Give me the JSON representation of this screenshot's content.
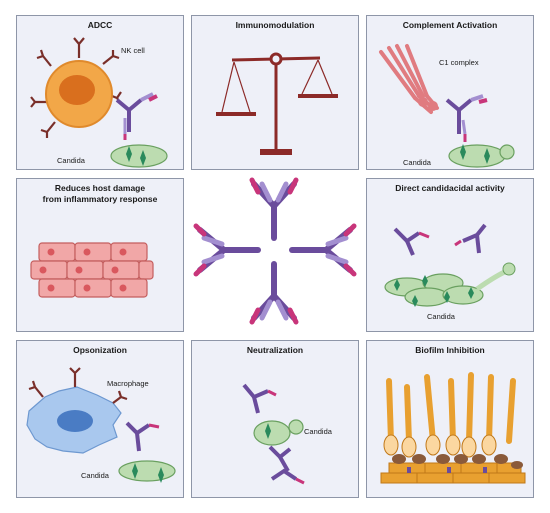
{
  "panels": {
    "adcc": {
      "title": "ADCC",
      "label_cell": "NK cell",
      "label_target": "Candida"
    },
    "immunomodulation": {
      "title": "Immunomodulation"
    },
    "complement": {
      "title": "Complement Activation",
      "label_complex": "C1 complex",
      "label_target": "Candida"
    },
    "host_damage": {
      "title_line1": "Reduces host damage",
      "title_line2": "from inflammatory response"
    },
    "candidacidal": {
      "title": "Direct candidacidal activity",
      "label_target": "Candida"
    },
    "opsonization": {
      "title": "Opsonization",
      "label_cell": "Macrophage",
      "label_target": "Candida"
    },
    "neutralization": {
      "title": "Neutralization",
      "label_target": "Candida"
    },
    "biofilm": {
      "title": "Biofilm Inhibition"
    }
  },
  "colors": {
    "panel_bg": "#eef0f8",
    "panel_border": "#8e96a8",
    "antibody_heavy": "#6a4c9c",
    "antibody_light": "#a38fd0",
    "antibody_tip": "#c8357a",
    "receptor": "#7a2f2a",
    "nk_cell": "#ef9d3f",
    "candida": "#bcdcb0",
    "spike": "#2a8a5c",
    "complement": "#e07b80",
    "scale": "#8c2a28",
    "tissue": "#f1a7a7",
    "macrophage": "#a9c8ee",
    "biofilm": "#e8a030"
  }
}
